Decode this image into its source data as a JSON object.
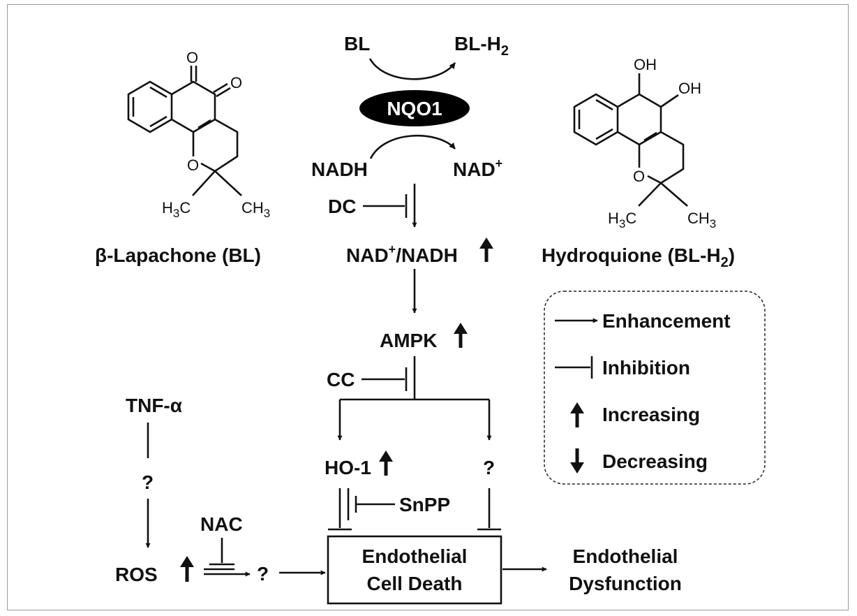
{
  "molecules": {
    "left": {
      "name_prefix": "β",
      "name_rest": "-Lapachone (BL)",
      "o_top1": "O",
      "o_top2": "O",
      "o_ring": "O",
      "me_left": "H",
      "me_left_sub": "3",
      "me_left_c": "C",
      "me_right": "CH",
      "me_right_sub": "3"
    },
    "right": {
      "name_main": "Hydroquione (BL-H",
      "name_sub": "2",
      "name_end": ")",
      "oh1": "OH",
      "oh2": "OH",
      "o_ring": "O",
      "me_left": "H",
      "me_left_sub": "3",
      "me_left_c": "C",
      "me_right": "CH",
      "me_right_sub": "3"
    }
  },
  "reaction": {
    "bl": "BL",
    "bl_h2_main": "BL-H",
    "bl_h2_sub": "2",
    "enzyme": "NQO1",
    "nadh": "NADH",
    "nad_main": "NAD",
    "nad_sup": "+"
  },
  "pathway": {
    "dc": "DC",
    "ratio_a": "NAD",
    "ratio_sup": "+",
    "ratio_b": "/NADH",
    "ampk": "AMPK",
    "cc": "CC",
    "ho1": "HO-1",
    "unknown_right": "?",
    "snpp": "SnPP",
    "tnf_main": "TNF-",
    "tnf_greek": "α",
    "unknown_tnf": "?",
    "nac": "NAC",
    "ros": "ROS",
    "unknown_ros": "?",
    "cell_death_line1": "Endothelial",
    "cell_death_line2": "Cell Death",
    "dysfunction_line1": "Endothelial",
    "dysfunction_line2": "Dysfunction"
  },
  "legend": {
    "enhancement": "Enhancement",
    "inhibition": "Inhibition",
    "increasing": "Increasing",
    "decreasing": "Decreasing"
  }
}
